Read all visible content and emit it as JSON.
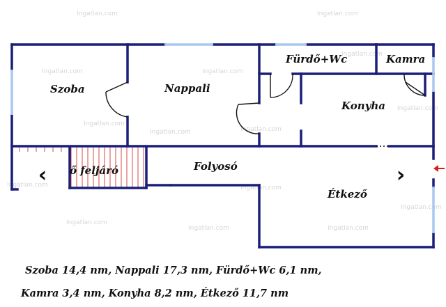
{
  "rooms": {
    "szoba": "Szoba",
    "nappali": "Nappali",
    "furdo": "Fürdő+Wc",
    "kamra": "Kamra",
    "konyha": "Konyha",
    "feljaro": "ő feljáró",
    "folyoso": "Folyosó",
    "etkezo": "Étkező"
  },
  "watermark": "Ingatlan.com",
  "nav": {
    "prev": "‹",
    "next": "›"
  },
  "caption": {
    "line1": "Szoba 14,4 nm, Nappali 17,3 nm, Fürdő+Wc 6,1 nm,",
    "line2": "Kamra 3,4 nm, Konyha 8,2 nm, Étkező 11,7 nm"
  },
  "colors": {
    "wall": "#1a1f7a",
    "window": "#aac8ee",
    "stair": "#d44a4a",
    "door": "#111111"
  }
}
